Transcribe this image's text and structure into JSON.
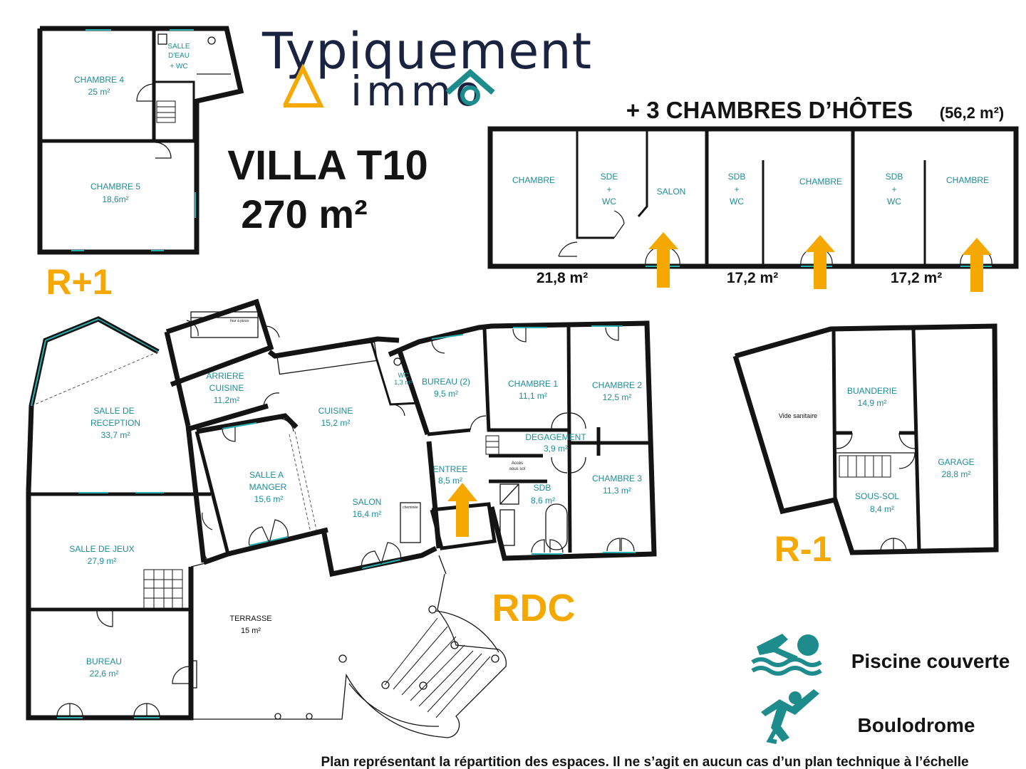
{
  "brand": {
    "line1": "Typiquement",
    "line2": "immo",
    "colors": {
      "navy": "#1a2340",
      "gold": "#f5a800",
      "teal": "#1e8c8c"
    }
  },
  "title": {
    "type": "VILLA T10",
    "area": "270 m²"
  },
  "guest": {
    "heading": "+ 3 CHAMBRES D’HÔTES",
    "heading_area": "(56,2 m²)",
    "units": [
      {
        "area": "21,8 m²",
        "rooms": [
          "CHAMBRE",
          "SDE",
          "+",
          "WC",
          "SALON"
        ]
      },
      {
        "area": "17,2 m²",
        "rooms": [
          "SDB",
          "+",
          "WC",
          "CHAMBRE"
        ]
      },
      {
        "area": "17,2 m²",
        "rooms": [
          "SDB",
          "+",
          "WC",
          "CHAMBRE"
        ]
      }
    ]
  },
  "levels": {
    "upper": "R+1",
    "ground": "RDC",
    "basement": "R-1"
  },
  "r1_rooms": [
    {
      "name": "CHAMBRE 4",
      "area": "25 m²"
    },
    {
      "name": "SALLE",
      "name2": "D’EAU",
      "name3": "+ WC"
    },
    {
      "name": "CHAMBRE 5",
      "area": "18,6m²"
    }
  ],
  "rdc_rooms": {
    "reception": {
      "name": "SALLE DE",
      "name2": "RECEPTION",
      "area": "33,7 m²"
    },
    "arriere": {
      "name": "ARRIERE",
      "name2": "CUISINE",
      "area": "11,2m²"
    },
    "four": {
      "name": "four à pizza"
    },
    "cuisine": {
      "name": "CUISINE",
      "area": "15,2 m²"
    },
    "wc": {
      "name": "WC",
      "area": "1,3 m²"
    },
    "bureau2": {
      "name": "BUREAU (2)",
      "area": "9,5 m²"
    },
    "ch1": {
      "name": "CHAMBRE 1",
      "area": "11,1 m²"
    },
    "ch2": {
      "name": "CHAMBRE 2",
      "area": "12,5 m²"
    },
    "degagement": {
      "name": "DEGAGEMENT",
      "area": "3,9 m²"
    },
    "ch3": {
      "name": "CHAMBRE 3",
      "area": "11,3 m²"
    },
    "manger": {
      "name": "SALLE A",
      "name2": "MANGER",
      "area": "15,6 m²"
    },
    "entree": {
      "name": "ENTREE",
      "area": "8,5 m²"
    },
    "acces": {
      "name": "Accès",
      "name2": "sous sol"
    },
    "sdb": {
      "name": "SDB",
      "area": "8,6 m²"
    },
    "salon": {
      "name": "SALON",
      "area": "16,4 m²"
    },
    "cheminee": {
      "name": "cheminée"
    },
    "jeux": {
      "name": "SALLE DE JEUX",
      "area": "27,9 m²"
    },
    "terrasse": {
      "name": "TERRASSE",
      "area": "15 m²"
    },
    "bureau": {
      "name": "BUREAU",
      "area": "22,6 m²"
    }
  },
  "basement_rooms": {
    "vide": {
      "name": "Vide sanitaire"
    },
    "buanderie": {
      "name": "BUANDERIE",
      "area": "14,9 m²"
    },
    "garage": {
      "name": "GARAGE",
      "area": "28,8 m²"
    },
    "soussol": {
      "name": "SOUS-SOL",
      "area": "8,4 m²"
    }
  },
  "amenities": [
    {
      "label": "Piscine couverte",
      "icon": "swimmer-icon"
    },
    {
      "label": "Boulodrome",
      "icon": "runner-icon"
    }
  ],
  "footer": "Plan représentant la répartition des espaces. Il ne s’agit en aucun cas d’un plan technique à l’échelle"
}
